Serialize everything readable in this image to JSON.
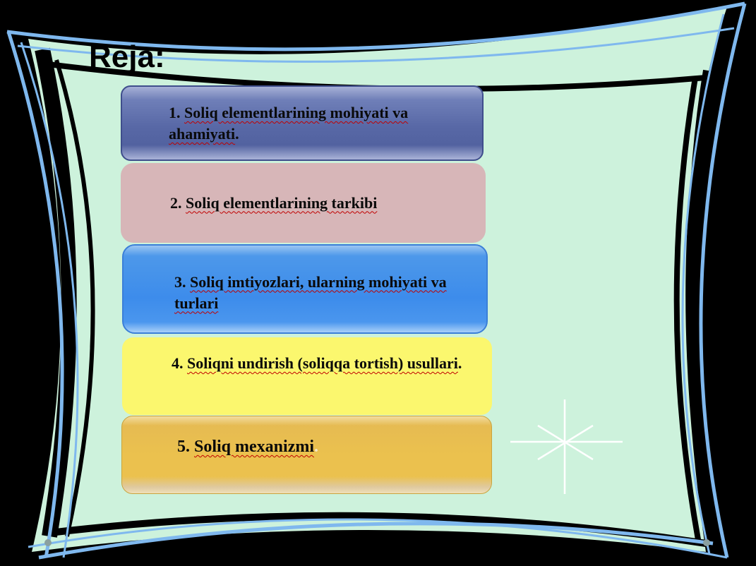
{
  "slide": {
    "title": "Reja:",
    "plan_items": [
      {
        "number": "1.",
        "text": "Soliq elementlarining mohiyati va ahamiyati",
        "suffix": "."
      },
      {
        "number": "2.",
        "text": "Soliq elementlarining tarkibi",
        "suffix": ""
      },
      {
        "number": "3.",
        "text": "Soliq imtiyozlari, ularning mohiyati va turlari",
        "suffix": ""
      },
      {
        "number": "4.",
        "text": "Soliqni undirish (soliqqa tortish) usullari",
        "suffix": "."
      },
      {
        "number": "5.",
        "text": "Soliq mexanizmi",
        "suffix": "."
      }
    ]
  },
  "colors": {
    "background": "#000000",
    "panel": "#cdf2dc",
    "frame_blue": "#7fb8ee",
    "item1": "#5868a6",
    "item2": "#d7b6b8",
    "item3": "#3d8ceb",
    "item4": "#fbf76e",
    "item5": "#ebc14e"
  },
  "icons": [
    "sparkle-star-icon",
    "frame-corner-dot-icon"
  ]
}
